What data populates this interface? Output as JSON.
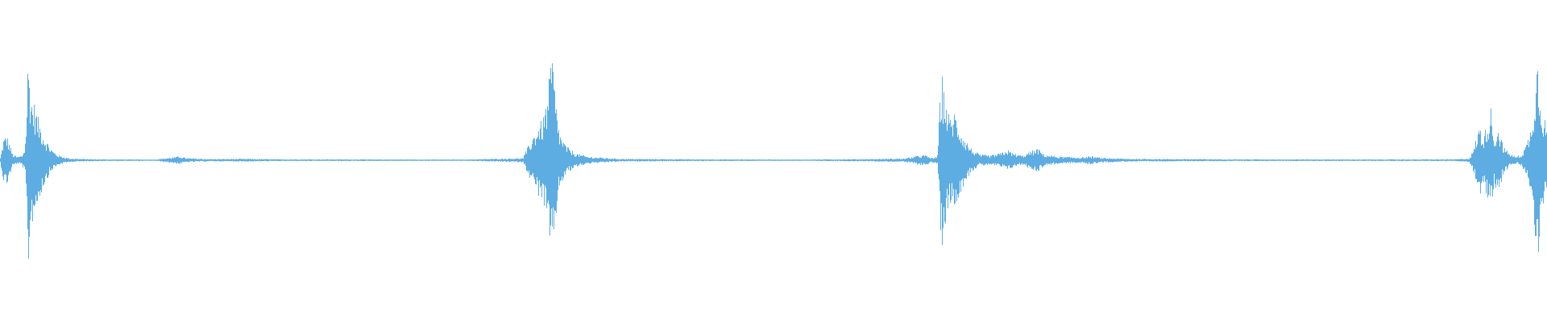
{
  "waveform": {
    "color": "#5dade2",
    "background": "#ffffff",
    "envelope": [
      [
        0.0,
        0.02
      ],
      [
        0.001,
        0.1
      ],
      [
        0.002,
        0.18
      ],
      [
        0.004,
        0.22
      ],
      [
        0.006,
        0.14
      ],
      [
        0.008,
        0.05
      ],
      [
        0.011,
        0.03
      ],
      [
        0.014,
        0.04
      ],
      [
        0.016,
        0.12
      ],
      [
        0.017,
        0.42
      ],
      [
        0.018,
        0.95
      ],
      [
        0.019,
        0.7
      ],
      [
        0.02,
        0.55
      ],
      [
        0.022,
        0.48
      ],
      [
        0.024,
        0.38
      ],
      [
        0.026,
        0.3
      ],
      [
        0.028,
        0.22
      ],
      [
        0.031,
        0.14
      ],
      [
        0.034,
        0.08
      ],
      [
        0.038,
        0.04
      ],
      [
        0.045,
        0.015
      ],
      [
        0.06,
        0.008
      ],
      [
        0.1,
        0.006
      ],
      [
        0.112,
        0.025
      ],
      [
        0.116,
        0.035
      ],
      [
        0.12,
        0.018
      ],
      [
        0.135,
        0.01
      ],
      [
        0.16,
        0.012
      ],
      [
        0.18,
        0.008
      ],
      [
        0.25,
        0.007
      ],
      [
        0.3,
        0.006
      ],
      [
        0.32,
        0.012
      ],
      [
        0.338,
        0.018
      ],
      [
        0.34,
        0.08
      ],
      [
        0.342,
        0.14
      ],
      [
        0.345,
        0.22
      ],
      [
        0.348,
        0.3
      ],
      [
        0.351,
        0.35
      ],
      [
        0.354,
        0.55
      ],
      [
        0.356,
        0.84
      ],
      [
        0.357,
        0.95
      ],
      [
        0.358,
        0.7
      ],
      [
        0.36,
        0.4
      ],
      [
        0.362,
        0.22
      ],
      [
        0.366,
        0.12
      ],
      [
        0.372,
        0.06
      ],
      [
        0.38,
        0.03
      ],
      [
        0.4,
        0.012
      ],
      [
        0.45,
        0.008
      ],
      [
        0.52,
        0.006
      ],
      [
        0.56,
        0.01
      ],
      [
        0.585,
        0.015
      ],
      [
        0.594,
        0.04
      ],
      [
        0.598,
        0.045
      ],
      [
        0.602,
        0.02
      ],
      [
        0.606,
        0.03
      ],
      [
        0.608,
        0.6
      ],
      [
        0.609,
        0.72
      ],
      [
        0.611,
        0.55
      ],
      [
        0.614,
        0.35
      ],
      [
        0.617,
        0.42
      ],
      [
        0.62,
        0.3
      ],
      [
        0.624,
        0.18
      ],
      [
        0.628,
        0.1
      ],
      [
        0.633,
        0.05
      ],
      [
        0.64,
        0.04
      ],
      [
        0.647,
        0.06
      ],
      [
        0.651,
        0.09
      ],
      [
        0.655,
        0.06
      ],
      [
        0.661,
        0.04
      ],
      [
        0.667,
        0.08
      ],
      [
        0.671,
        0.1
      ],
      [
        0.675,
        0.05
      ],
      [
        0.685,
        0.03
      ],
      [
        0.7,
        0.025
      ],
      [
        0.705,
        0.035
      ],
      [
        0.712,
        0.02
      ],
      [
        0.73,
        0.012
      ],
      [
        0.8,
        0.008
      ],
      [
        0.88,
        0.007
      ],
      [
        0.94,
        0.008
      ],
      [
        0.95,
        0.015
      ],
      [
        0.953,
        0.1
      ],
      [
        0.955,
        0.22
      ],
      [
        0.957,
        0.3
      ],
      [
        0.959,
        0.18
      ],
      [
        0.962,
        0.35
      ],
      [
        0.964,
        0.45
      ],
      [
        0.966,
        0.2
      ],
      [
        0.969,
        0.28
      ],
      [
        0.972,
        0.12
      ],
      [
        0.976,
        0.06
      ],
      [
        0.98,
        0.03
      ],
      [
        0.984,
        0.05
      ],
      [
        0.987,
        0.14
      ],
      [
        0.99,
        0.28
      ],
      [
        0.992,
        0.55
      ],
      [
        0.994,
        0.9
      ],
      [
        0.996,
        0.6
      ],
      [
        0.998,
        0.4
      ],
      [
        1.0,
        0.3
      ]
    ]
  }
}
